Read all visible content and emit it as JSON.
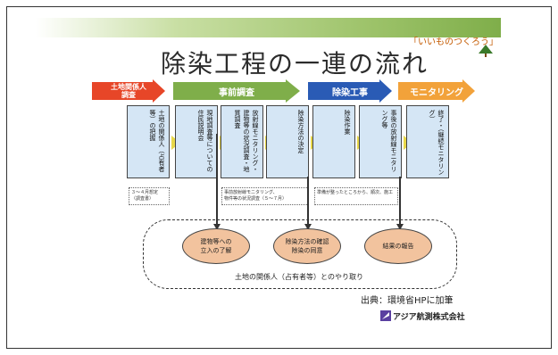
{
  "title": "除染工程の一連の流れ",
  "brand": "「いいものつくろう」",
  "phases": [
    {
      "label": "土地関係人\n調査",
      "color": "#e74628"
    },
    {
      "label": "事前調査",
      "color": "#7fae4a"
    },
    {
      "label": "除染工事",
      "color": "#2a5bb5"
    },
    {
      "label": "モニタリング",
      "color": "#f2a23a"
    }
  ],
  "steps": [
    "土地の関係人（占有者等）の把握",
    "現地調査等についての住民説明会",
    "放射線モニタリング・建物等の状況調査・地質調査",
    "除染方法の決定",
    "除染作業",
    "事後の放射線モニタリング等",
    "終了・（継続モニタリング）"
  ],
  "notes": [
    "３～４月想定\n（調査書）",
    "事前放射線モニタリング、\n物件等の状況調査（５～７月）",
    "準備が整ったところから、順次、施工"
  ],
  "ellipses": [
    "建物等への\n立入の了解",
    "除染方法の確認\n除染の同意",
    "結果の報告"
  ],
  "caption": "土地の関係人（占有者等）とのやり取り",
  "source": "出典：環境省HPに加筆",
  "company": "アジア航測株式会社",
  "colors": {
    "step_fill": "#d5e6f5",
    "arrow_yellow": "#e8d84a",
    "ellipse_fill": "#f2c39e"
  }
}
